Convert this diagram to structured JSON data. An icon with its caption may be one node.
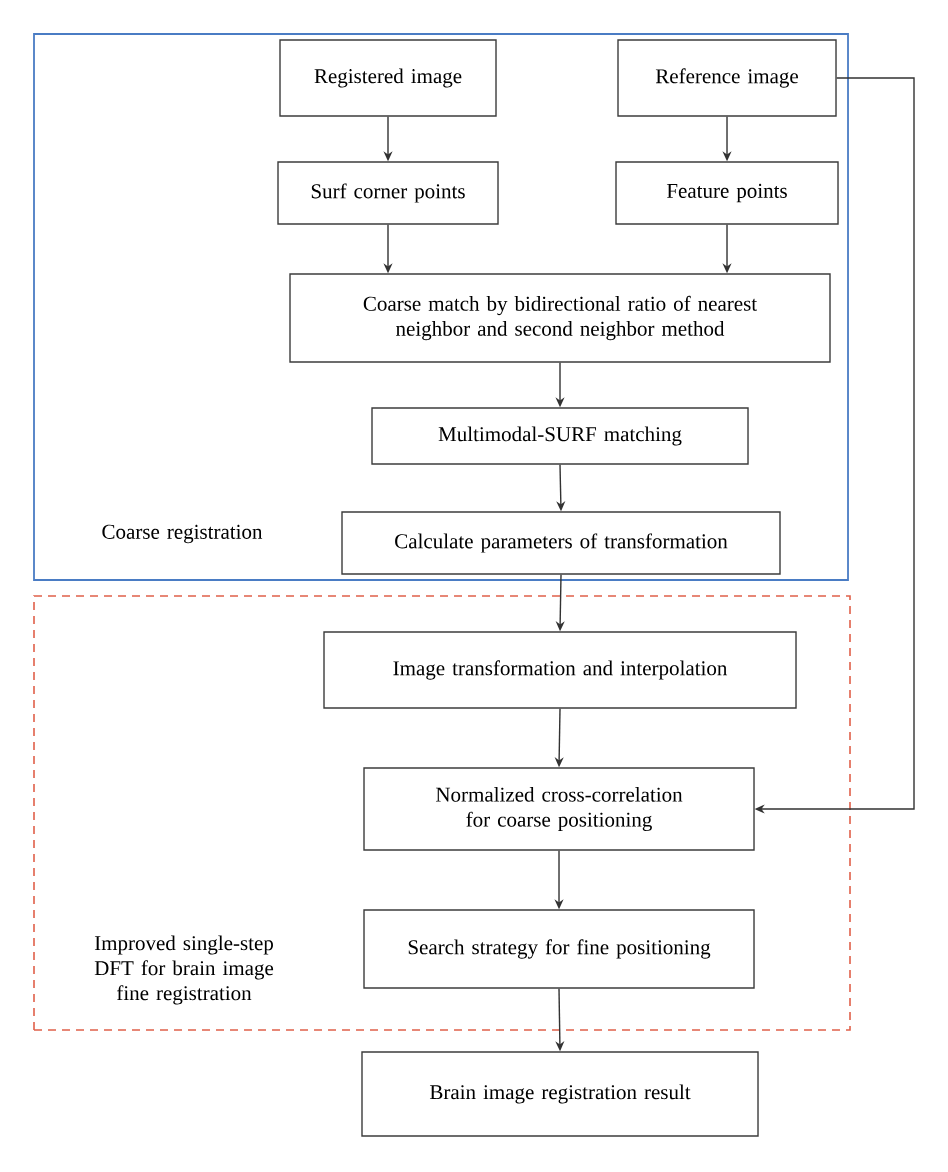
{
  "diagram": {
    "nodes": [
      {
        "text": [
          "Coarse registration"
        ]
      },
      {
        "text": [
          "Registered image"
        ],
        "in": 0
      },
      {
        "text": [
          "Reference image"
        ],
        "in": 0
      },
      {
        "text": [
          "Surf corner points"
        ],
        "in": 0
      },
      {
        "text": [
          "Feature points"
        ],
        "in": 0
      },
      {
        "text": [
          "Coarse match by bidirectional ratio of nearest neighbor and second neighbor method"
        ],
        "in": 0
      },
      {
        "text": [
          "Multimodal-SURF matching"
        ],
        "in": 0
      },
      {
        "text": [
          "Calculate parameters of transformation"
        ],
        "in": 0
      },
      {
        "text": [
          "Improved single-step DFT for brain image fine registration"
        ]
      },
      {
        "text": [
          "Image transformation and interpolation"
        ],
        "in": 8
      },
      {
        "text": [
          "Normalized cross-correlation for coarse positioning"
        ],
        "in": 8
      },
      {
        "text": [
          "Search strategy for fine positioning"
        ],
        "in": 8
      },
      {
        "text": [
          "Brain image registration result"
        ]
      }
    ],
    "edges": [
      {
        "from": 1,
        "to": 3,
        "arrow": "to"
      },
      {
        "from": 2,
        "to": 4,
        "arrow": "to"
      },
      {
        "from": 3,
        "to": 5,
        "arrow": "to"
      },
      {
        "from": 4,
        "to": 5,
        "arrow": "to"
      },
      {
        "from": 5,
        "to": 6,
        "arrow": "to"
      },
      {
        "from": 6,
        "to": 7,
        "arrow": "to"
      },
      {
        "from": 7,
        "to": 9,
        "arrow": "to"
      },
      {
        "from": 9,
        "to": 10,
        "arrow": "to"
      },
      {
        "from": 10,
        "to": 11,
        "arrow": "to"
      },
      {
        "from": 11,
        "to": 12,
        "arrow": "to"
      },
      {
        "from": 2,
        "to": 10,
        "arrow": "to"
      }
    ]
  }
}
